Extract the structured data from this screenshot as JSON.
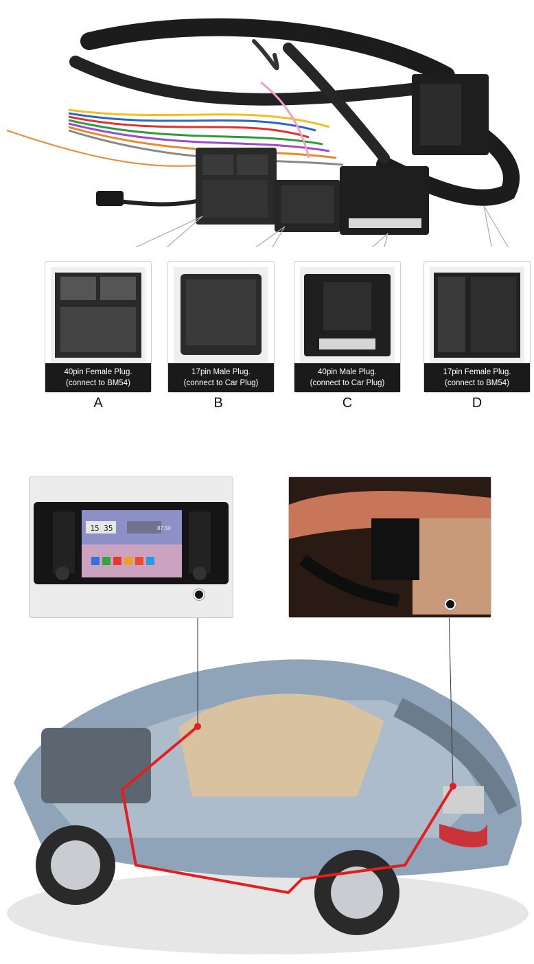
{
  "connectors": [
    {
      "id": "A",
      "caption_line1": "40pin Female Plug.",
      "caption_line2": "(connect to BM54)",
      "letter": "A"
    },
    {
      "id": "B",
      "caption_line1": "17pin Male Plug.",
      "caption_line2": "(connect to Car Plug)",
      "letter": "B"
    },
    {
      "id": "C",
      "caption_line1": "40pin Male Plug.",
      "caption_line2": "(connect to Car Plug)",
      "letter": "C"
    },
    {
      "id": "D",
      "caption_line1": "17pin Female Plug.",
      "caption_line2": "(connect to BM54)",
      "letter": "D"
    }
  ],
  "stereo": {
    "clock": "15 35",
    "radio_freq": "87.50"
  },
  "colors": {
    "route_line": "#e31e1e",
    "caption_bg": "#1a1a1a",
    "cable": "#1c1c1c"
  }
}
